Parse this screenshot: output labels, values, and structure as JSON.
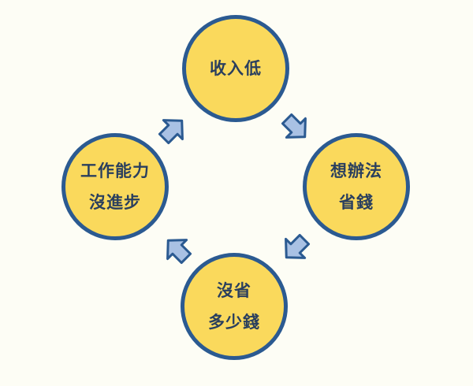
{
  "diagram": {
    "type": "cycle",
    "nodes": [
      {
        "id": "top",
        "lines": [
          "收入低"
        ]
      },
      {
        "id": "right",
        "lines": [
          "想辦法",
          "省錢"
        ]
      },
      {
        "id": "bottom",
        "lines": [
          "沒省",
          "多少錢"
        ]
      },
      {
        "id": "left",
        "lines": [
          "工作能力",
          "沒進步"
        ]
      }
    ],
    "edges": [
      {
        "from": "top",
        "to": "right"
      },
      {
        "from": "right",
        "to": "bottom"
      },
      {
        "from": "bottom",
        "to": "left"
      },
      {
        "from": "left",
        "to": "top"
      }
    ]
  },
  "colors": {
    "background": "#fdfdf5",
    "node_fill": "#fad95c",
    "node_border": "#2b5a91",
    "text": "#2a3f5e",
    "arrow_fill": "#a9c1e4",
    "arrow_stroke": "#2b5a91"
  },
  "icons": {
    "arrow": "block-arrow-icon"
  }
}
